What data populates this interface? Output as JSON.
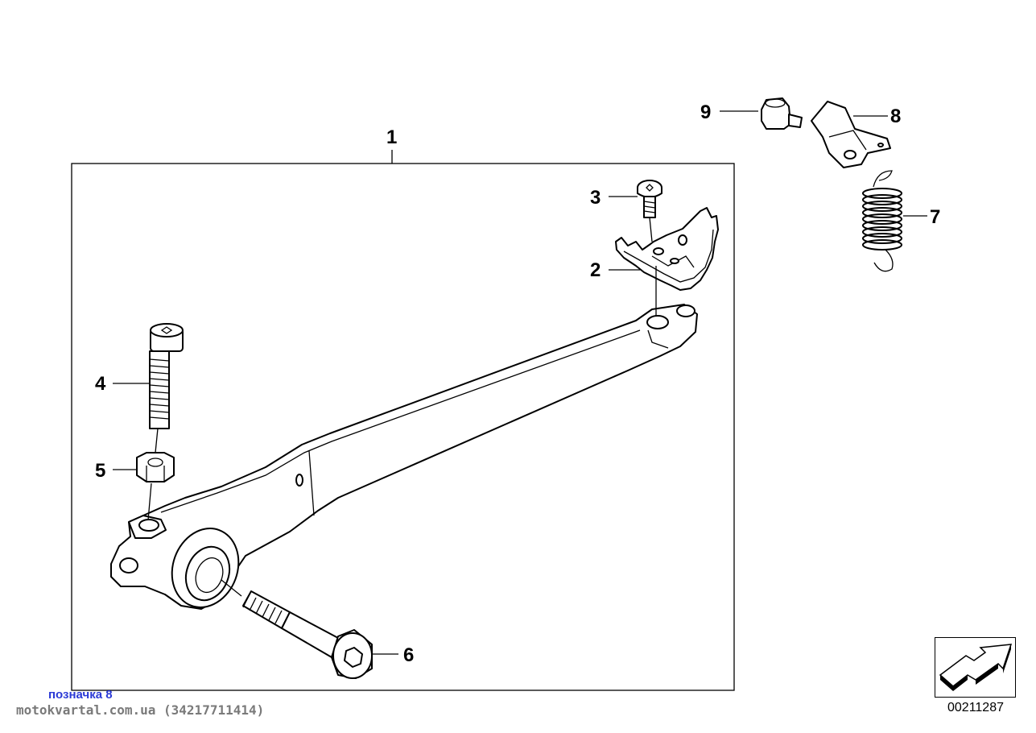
{
  "callouts": {
    "c1": "1",
    "c2": "2",
    "c3": "3",
    "c4": "4",
    "c5": "5",
    "c6": "6",
    "c7": "7",
    "c8": "8",
    "c9": "9"
  },
  "watermark": {
    "title": "позначка 8",
    "site": "motokvartal.com.ua (34217711414)"
  },
  "diagram_code": "00211287",
  "colors": {
    "watermark_title": "#2b3ad6",
    "watermark_site": "#7a7a7a"
  }
}
